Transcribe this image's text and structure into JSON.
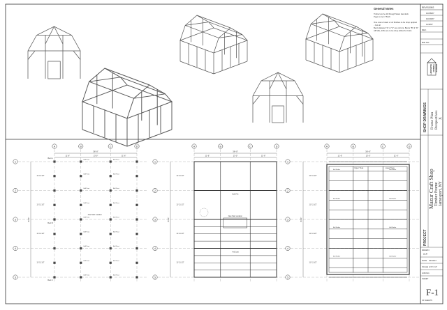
{
  "notes": {
    "title": "General Notes",
    "lines": [
      "Timbers to be 1D Rough Sawn Hemlock",
      "Pegs to be 1\" Birch",
      "",
      "One coat of stain or oil finishes to be shop applied",
      "- Cut all",
      "Bents labeled \"A\" & \"C\" are mirrors. Bents \"B\" & \"D\"",
      "All Sills, drifts are to be shop drilled for bolts"
    ]
  },
  "title_block": {
    "revisions_label": "REVISIONS",
    "rev_dates": [
      "10/08/07",
      "10/20/07",
      "11/8/07"
    ],
    "rev_no_label": "REV.",
    "bid_no_label": "BID NO.",
    "logo_text": [
      "VERMONT",
      "TIMBER",
      "WORKS"
    ],
    "shop_drawings": "SHOP DRAWINGS",
    "sheet_title": [
      "Frame Plan",
      "Perspectives",
      "X"
    ],
    "project_label": "PROJECT",
    "project_name": [
      "Mazur Craft Shop",
      "Timber Frame",
      "Jamesport, NY"
    ],
    "drawn_label": "DRAWN",
    "drawn_by": "G.P.",
    "date_label": "DATE",
    "date_value": "03/04/07",
    "scale_label": "SCALE",
    "scale_value": "1/4\"=1'-0\"",
    "job_label": "JOB NO.",
    "sheet_label": "SHEET",
    "sheet_number": "F-1",
    "sheet_of": "OF   SHEETS"
  },
  "grid": {
    "columns": [
      "A",
      "B",
      "C",
      "D"
    ],
    "rows": [
      "1",
      "2",
      "3",
      "4",
      "5"
    ]
  },
  "plans": [
    {
      "name": "post-plan",
      "dim_total": "36'-0\"",
      "dim_parts": [
        "11'-6\"",
        "13'-0\"",
        "11'-6\""
      ],
      "side_dims": [
        "11'-11 1/2\"",
        "11'-11 1/2\"",
        "11'-11 1/2\"",
        "11'-11 1/2\"",
        "11'-11 1/2\"",
        "11'-11 1/2\""
      ],
      "overall_side": "84'-0\"",
      "post_tag": "8x8 Post",
      "callouts": [
        "Bent A",
        "Bent B",
        "Bent C",
        "New Stair Location"
      ]
    },
    {
      "name": "second-floor-framing",
      "dim_total": "36'-0\"",
      "dim_parts": [
        "11'-6\"",
        "13'-0\"",
        "11'-6\""
      ],
      "side_dims": [
        "11'-11 1/2\"",
        "11'-11 1/2\"",
        "11'-11 1/2\"",
        "11'-11 1/2\"",
        "11'-11 1/2\"",
        "11'-11 1/2\""
      ],
      "overall_side": "84'-0\"",
      "callouts": [
        "8x10 Tie",
        "New Stair Location",
        "4x6 Joist"
      ]
    },
    {
      "name": "roof-framing",
      "dim_total": "36'-0\"",
      "dim_parts": [
        "11'-6\"",
        "13'-0\"",
        "11'-6\""
      ],
      "side_dims": [
        "11'-11 1/2\"",
        "11'-11 1/2\"",
        "11'-11 1/2\"",
        "11'-11 1/2\"",
        "11'-11 1/2\"",
        "11'-11 1/2\""
      ],
      "overall_side": "84'-0\"",
      "callouts": [
        "Upper Truss",
        "Lower Truss",
        "8x8 Rafter"
      ]
    }
  ]
}
